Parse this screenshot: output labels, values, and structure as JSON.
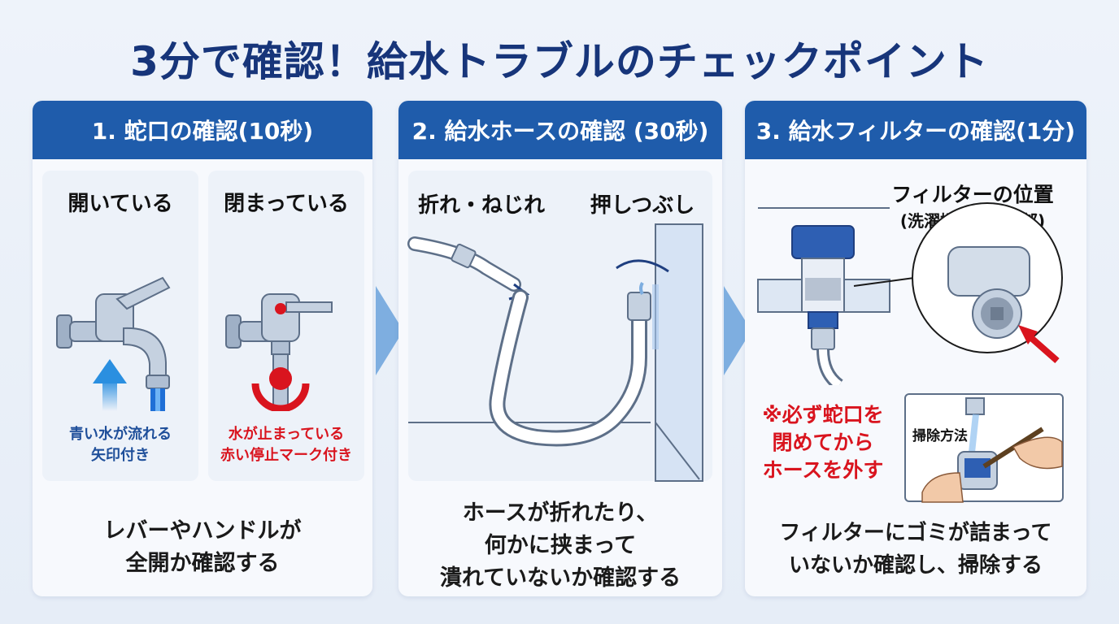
{
  "title": "3分で確認！給水トラブルのチェックポイント",
  "panels": [
    {
      "header": "1. 蛇口の確認(10秒)",
      "open_label": "開いている",
      "open_caption": "青い水が流れる\n矢印付き",
      "closed_label": "閉まっている",
      "closed_caption": "水が止まっている\n赤い停止マーク付き",
      "bottom": "レバーやハンドルが\n全開か確認する"
    },
    {
      "header": "2. 給水ホースの確認 (30秒)",
      "kink_label": "折れ・ねじれ",
      "crush_label": "押しつぶし",
      "bottom": "ホースが折れたり、\n何かに挟まって\n潰れていないか確認する"
    },
    {
      "header": "3. 給水フィルターの確認(1分)",
      "location_label": "フィルターの位置",
      "location_sub": "(洗濯機本体接続部)",
      "warning": "※必ず蛇口を\n閉めてから\nホースを外す",
      "cleaning_label": "掃除方法",
      "bottom": "フィルターにゴミが詰まって\nいないか確認し、掃除する"
    }
  ],
  "colors": {
    "header_blue": "#1f5cab",
    "title_navy": "#17357a",
    "arrow_blue": "#2a8fe0",
    "stop_red": "#d9141e",
    "warning_red": "#d9141e",
    "caption_blue": "#1f4f9a"
  }
}
